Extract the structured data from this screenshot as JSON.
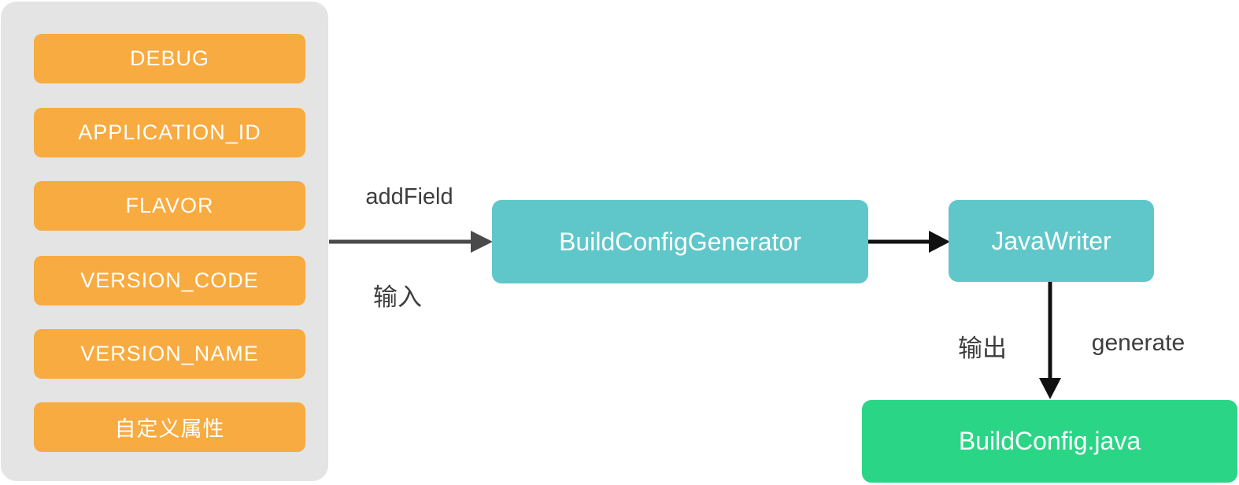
{
  "diagram": {
    "panel": {
      "fields": [
        {
          "label": "DEBUG"
        },
        {
          "label": "APPLICATION_ID"
        },
        {
          "label": "FLAVOR"
        },
        {
          "label": "VERSION_CODE"
        },
        {
          "label": "VERSION_NAME"
        },
        {
          "label": "自定义属性"
        }
      ]
    },
    "nodes": {
      "generator": {
        "label": "BuildConfigGenerator"
      },
      "writer": {
        "label": "JavaWriter"
      },
      "output": {
        "label": "BuildConfig.java"
      }
    },
    "edges": {
      "input": {
        "method_label": "addField",
        "label": "输入"
      },
      "generate": {
        "label": "输出",
        "method_label": "generate"
      }
    },
    "colors": {
      "field_orange": "#F8AB40",
      "process_teal": "#5FC7C9",
      "output_green": "#2AD686",
      "panel_gray": "#E4E4E4",
      "arrow_gray": "#4A4A4A",
      "arrow_black": "#111111",
      "label_text": "#3D3D3D",
      "node_text": "#FFFFFF"
    }
  }
}
